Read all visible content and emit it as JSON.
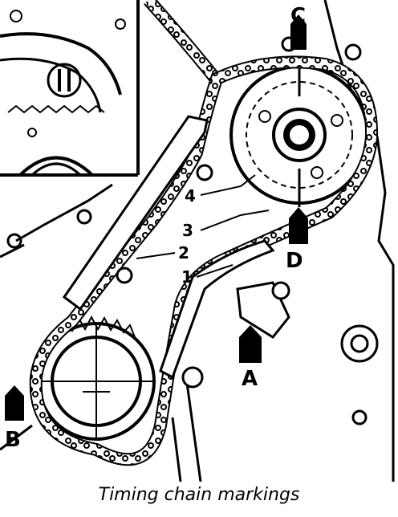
{
  "caption": "Timing chain markings",
  "markers": {
    "a": "A",
    "b": "B",
    "c": "C",
    "d": "D"
  },
  "callouts": {
    "one": "1",
    "two": "2",
    "three": "3",
    "four": "4"
  }
}
